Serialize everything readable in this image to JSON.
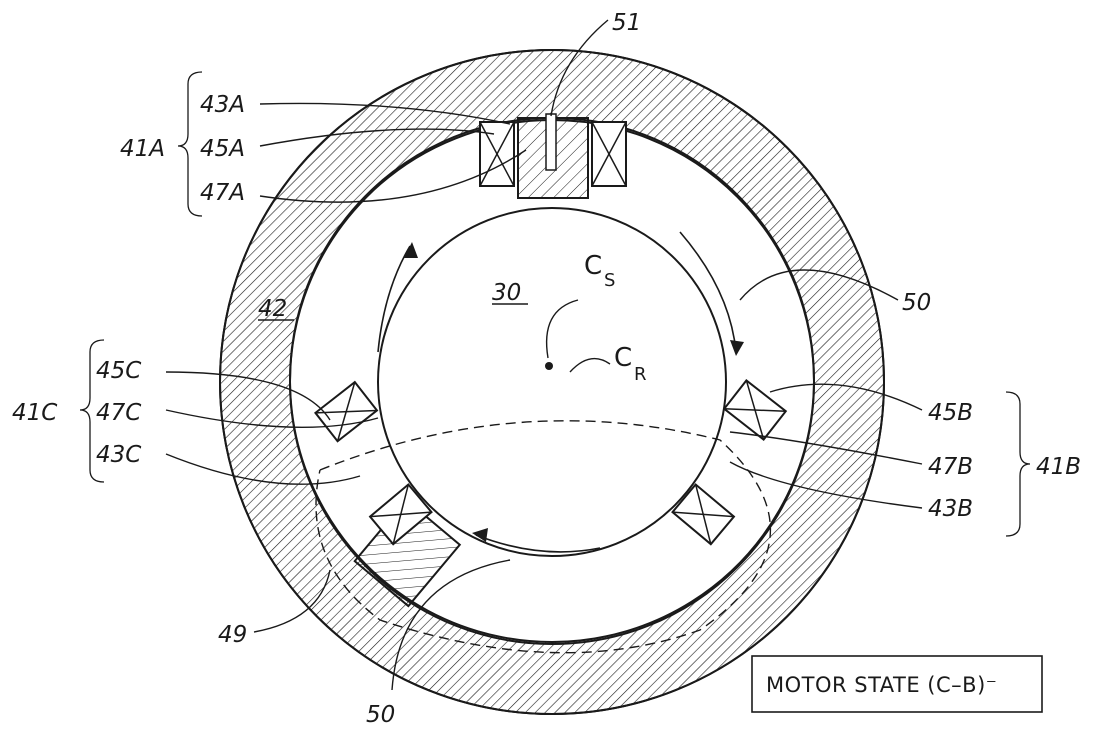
{
  "figure": {
    "labels": {
      "l51": "51",
      "l43A": "43A",
      "l45A": "45A",
      "l47A": "47A",
      "l41A": "41A",
      "l42": "42",
      "l30": "30",
      "lCS": "C",
      "lCS_sub": "S",
      "lCR": "C",
      "lCR_sub": "R",
      "l50_right": "50",
      "l45C": "45C",
      "l47C": "47C",
      "l43C": "43C",
      "l41C": "41C",
      "l45B": "45B",
      "l47B": "47B",
      "l43B": "43B",
      "l41B": "41B",
      "l49": "49",
      "l50_bottom": "50"
    },
    "motor_state": "MOTOR STATE (C–B)⁻",
    "colors": {
      "ink": "#1a1a1a",
      "paper": "#ffffff"
    }
  }
}
